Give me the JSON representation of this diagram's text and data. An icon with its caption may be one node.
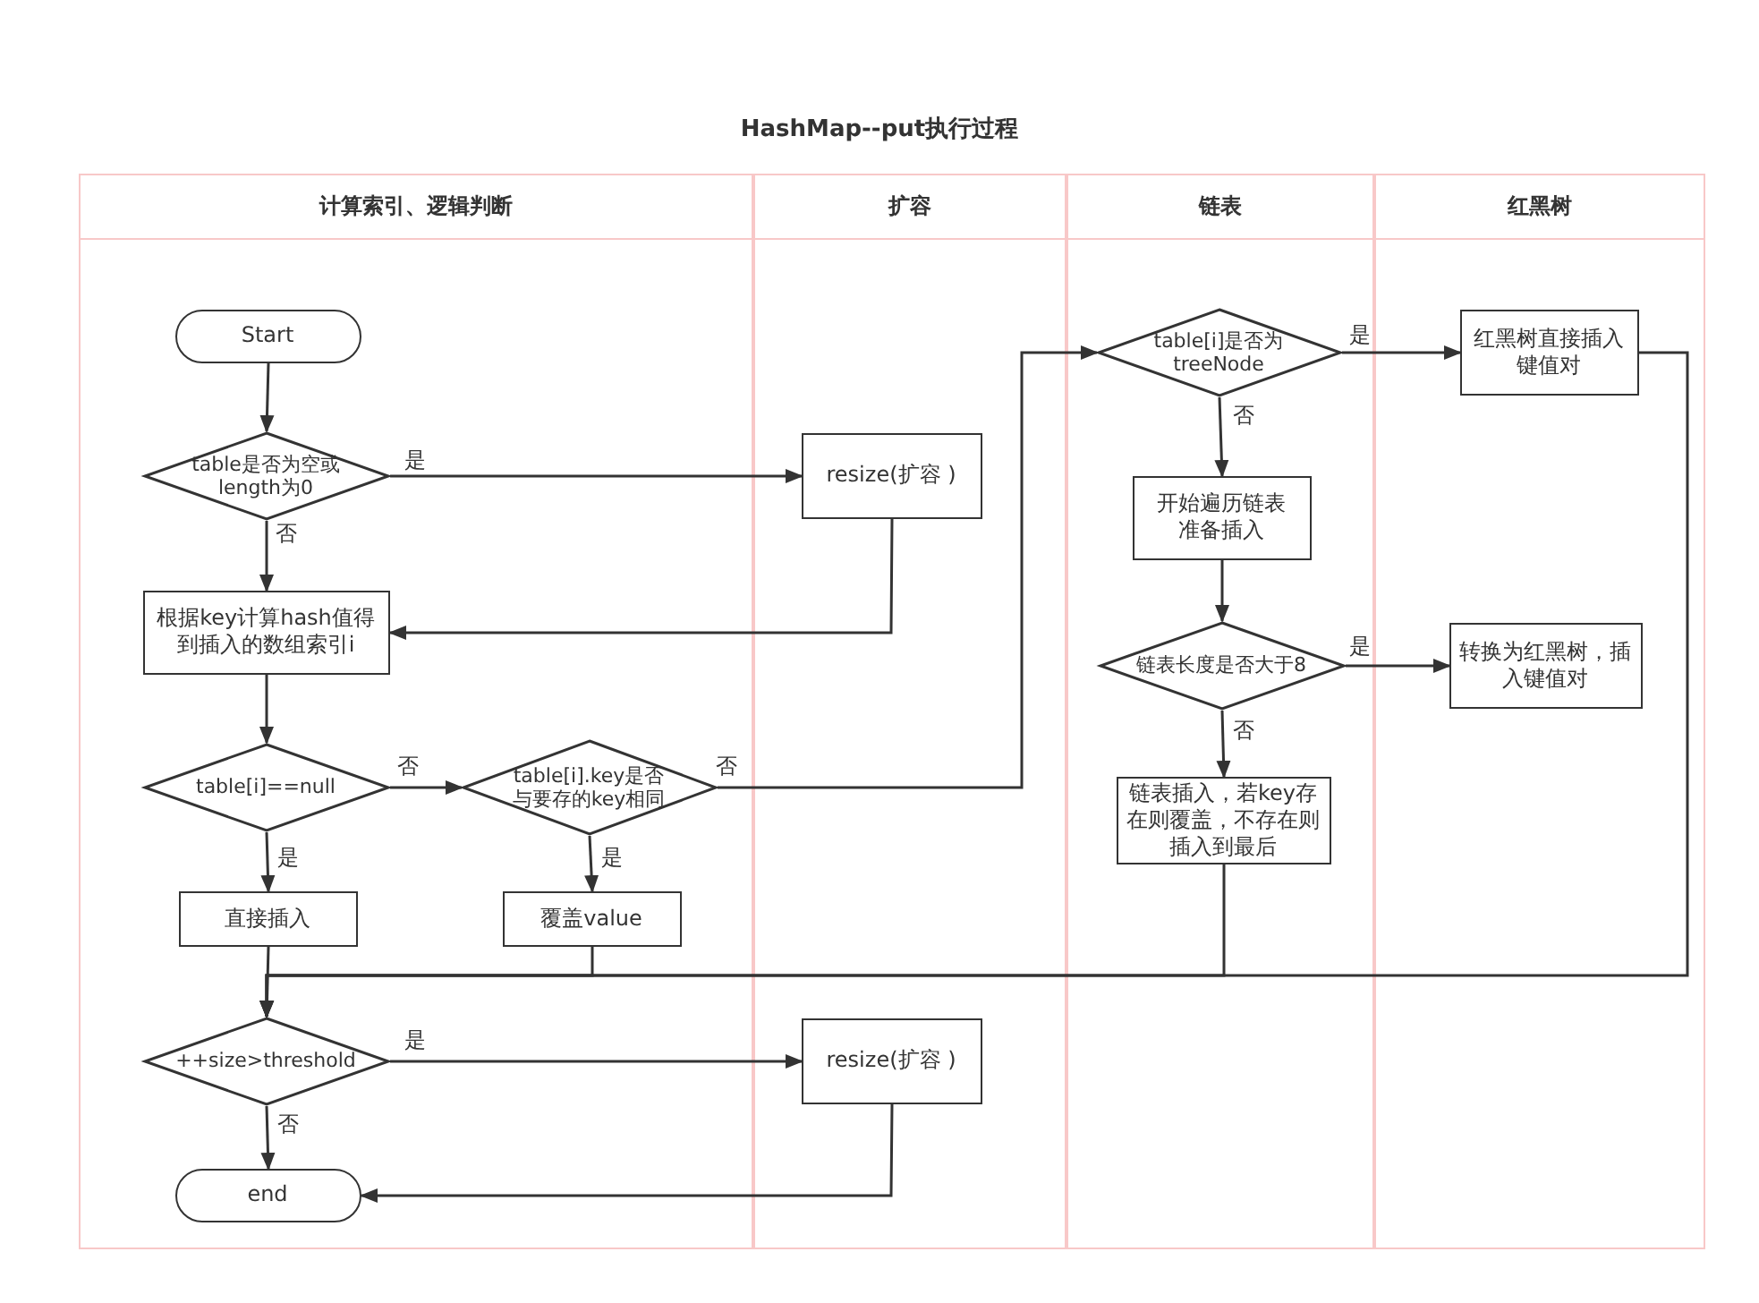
{
  "diagram": {
    "title": "HashMap--put执行过程",
    "nodes": [
      {
        "text": [
          "计算索引、逻辑判断"
        ]
      },
      {
        "text": [
          "扩容"
        ]
      },
      {
        "text": [
          "链表"
        ]
      },
      {
        "text": [
          "红黑树"
        ]
      },
      {
        "text": [
          "Start"
        ],
        "in": 0
      },
      {
        "text": [
          "table是否为空或length为0"
        ],
        "in": 0
      },
      {
        "text": [
          "resize(扩容 )"
        ],
        "in": 1
      },
      {
        "text": [
          "根据key计算hash值得到插入的数组索引i"
        ],
        "in": 0
      },
      {
        "text": [
          "table[i]==null"
        ],
        "in": 0
      },
      {
        "text": [
          "table[i].key是否与要存的key相同"
        ],
        "in": 0
      },
      {
        "text": [
          "直接插入"
        ],
        "in": 0
      },
      {
        "text": [
          "覆盖value"
        ],
        "in": 0
      },
      {
        "text": [
          "++size>threshold"
        ],
        "in": 0
      },
      {
        "text": [
          "resize(扩容 )"
        ],
        "in": 1
      },
      {
        "text": [
          "end"
        ],
        "in": 0
      },
      {
        "text": [
          "table[i]是否为treeNode"
        ],
        "in": 2
      },
      {
        "text": [
          "开始遍历链表准备插入"
        ],
        "in": 2
      },
      {
        "text": [
          "链表长度是否大于8"
        ],
        "in": 2
      },
      {
        "text": [
          "转换为红黑树，插入键值对"
        ],
        "in": 3
      },
      {
        "text": [
          "链表插入，若key存在则覆盖，不存在则插入到最后"
        ],
        "in": 2
      },
      {
        "text": [
          "红黑树直接插入键值对"
        ],
        "in": 3
      }
    ],
    "edges": [
      {
        "from": 4,
        "to": 5,
        "arrow": "to"
      },
      {
        "from": 5,
        "to": 6,
        "arrow": "to",
        "label": "是"
      },
      {
        "from": 5,
        "to": 7,
        "arrow": "to",
        "label": "否"
      },
      {
        "from": 6,
        "to": 7,
        "arrow": "to"
      },
      {
        "from": 7,
        "to": 8,
        "arrow": "to"
      },
      {
        "from": 8,
        "to": 9,
        "arrow": "to",
        "label": "否"
      },
      {
        "from": 8,
        "to": 10,
        "arrow": "to",
        "label": "是"
      },
      {
        "from": 9,
        "to": 15,
        "arrow": "to",
        "label": "否"
      },
      {
        "from": 9,
        "to": 11,
        "arrow": "to",
        "label": "是"
      },
      {
        "from": 15,
        "to": 20,
        "arrow": "to",
        "label": "是"
      },
      {
        "from": 15,
        "to": 16,
        "arrow": "to",
        "label": "否"
      },
      {
        "from": 16,
        "to": 17,
        "arrow": "to"
      },
      {
        "from": 17,
        "to": 18,
        "arrow": "to",
        "label": "是"
      },
      {
        "from": 17,
        "to": 19,
        "arrow": "to",
        "label": "否"
      },
      {
        "from": 10,
        "to": 12,
        "arrow": "to"
      },
      {
        "from": 11,
        "to": 12,
        "arrow": "to"
      },
      {
        "from": 19,
        "to": 12,
        "arrow": "to"
      },
      {
        "from": 20,
        "to": 12,
        "arrow": "to"
      },
      {
        "from": 12,
        "to": 13,
        "arrow": "to",
        "label": "是"
      },
      {
        "from": 12,
        "to": 14,
        "arrow": "to",
        "label": "否"
      },
      {
        "from": 13,
        "to": 14,
        "arrow": "to"
      }
    ]
  }
}
